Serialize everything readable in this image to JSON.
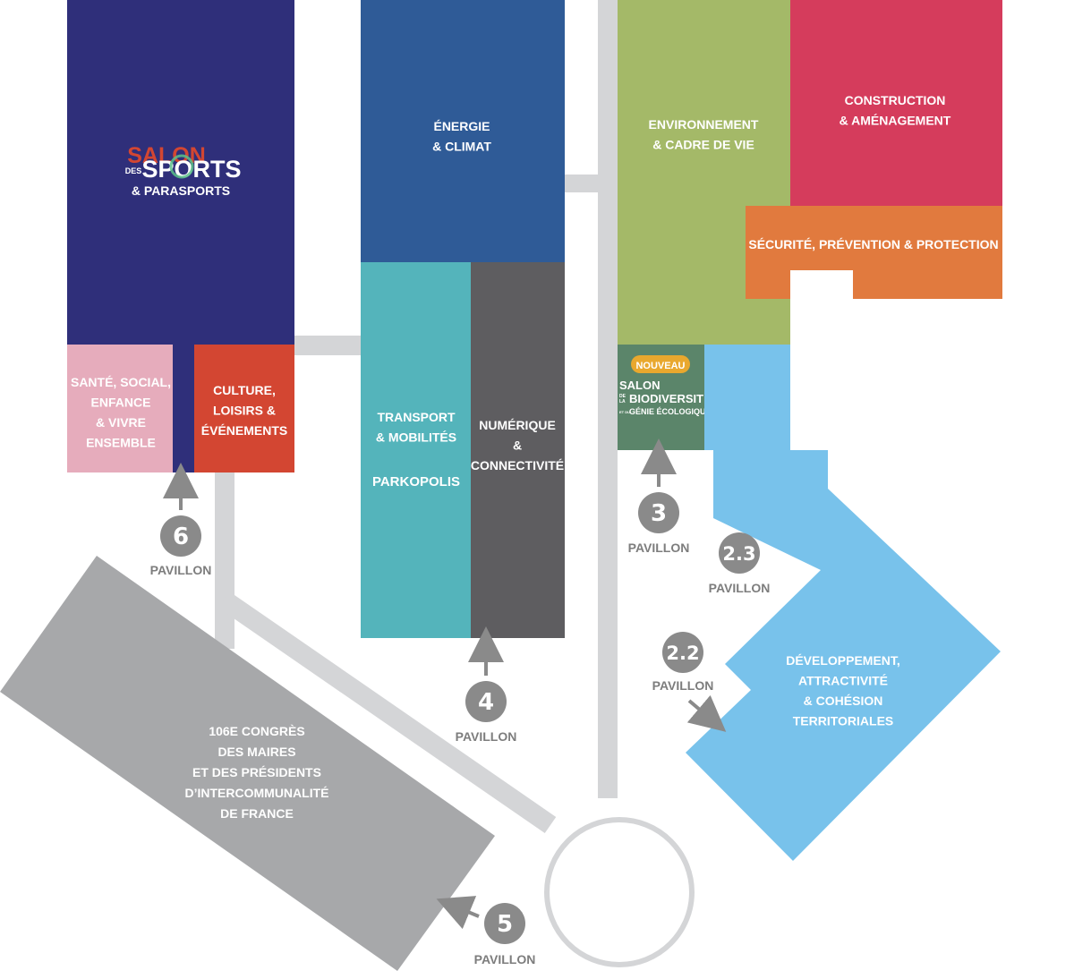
{
  "colors": {
    "sports_navy": "#2f2f7a",
    "sante_pink": "#e6acbc",
    "culture_red": "#d34632",
    "energie_blue": "#2f5b97",
    "transport_teal": "#54b4bb",
    "numerique_gray": "#5e5d60",
    "environnement_green": "#a4b968",
    "construction_crimson": "#d53c5c",
    "securite_orange": "#e17a3e",
    "biodiversite_green": "#5b856a",
    "territoire_lightblue": "#78c2eb",
    "congres_gray": "#a7a8aa",
    "path_gray": "#d4d5d7",
    "pavilion_badge_gray": "#8a8a8a",
    "nouveau_badge_gold": "#e9a82e"
  },
  "zones": {
    "sports": {
      "logo_salon": "SALON",
      "logo_des": "DES",
      "logo_sports": "SPORTS",
      "subtitle": "& PARASPORTS"
    },
    "sante": {
      "lines": [
        "SANTÉ, SOCIAL,",
        "ENFANCE",
        "& VIVRE",
        "ENSEMBLE"
      ]
    },
    "culture": {
      "lines": [
        "CULTURE,",
        "LOISIRS &",
        "ÉVÉNEMENTS"
      ]
    },
    "energie": {
      "lines": [
        "ÉNERGIE",
        "& CLIMAT"
      ]
    },
    "transport": {
      "lines": [
        "TRANSPORT",
        "& MOBILITÉS"
      ],
      "sub": "PARKOPOLIS"
    },
    "numerique": {
      "lines": [
        "NUMÉRIQUE",
        "&",
        "CONNECTIVITÉ"
      ]
    },
    "environnement": {
      "lines": [
        "ENVIRONNEMENT",
        "& CADRE DE VIE"
      ]
    },
    "construction": {
      "lines": [
        "CONSTRUCTION",
        "& AMÉNAGEMENT"
      ]
    },
    "securite": {
      "lines": [
        "SÉCURITÉ, PRÉVENTION & PROTECTION"
      ]
    },
    "biodiversite": {
      "badge": "NOUVEAU",
      "salon": "SALON",
      "de": "DE",
      "la": "LA",
      "biodiversite": "BIODIVERSITÉ",
      "et_du": "ET DU",
      "genie": "GÉNIE ÉCOLOGIQUE"
    },
    "territoire": {
      "lines": [
        "DÉVELOPPEMENT,",
        "ATTRACTIVITÉ",
        "& COHÉSION",
        "TERRITORIALES"
      ]
    },
    "congres": {
      "lines": [
        "106E CONGRÈS",
        "DES MAIRES",
        "ET DES PRÉSIDENTS",
        "D’INTERCOMMUNALITÉ",
        "DE FRANCE"
      ]
    }
  },
  "pavilions": [
    {
      "number": "6",
      "label": "PAVILLON"
    },
    {
      "number": "4",
      "label": "PAVILLON"
    },
    {
      "number": "3",
      "label": "PAVILLON"
    },
    {
      "number": "2.3",
      "label": "PAVILLON"
    },
    {
      "number": "2.2",
      "label": "PAVILLON"
    },
    {
      "number": "5",
      "label": "PAVILLON"
    }
  ]
}
